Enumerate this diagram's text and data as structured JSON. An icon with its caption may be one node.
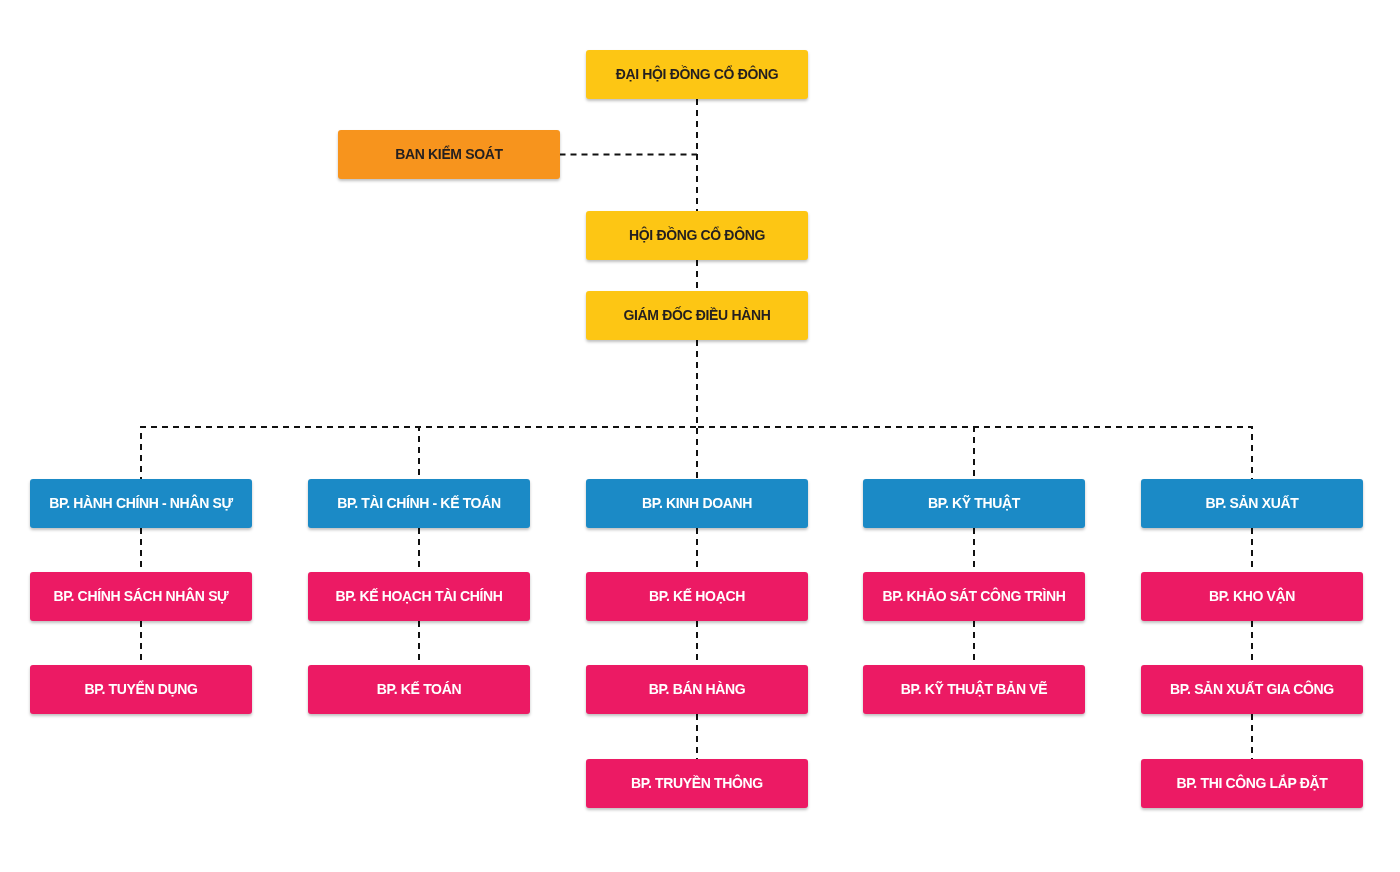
{
  "diagram": {
    "nodes": [
      {
        "text": [
          "ĐẠI HỘI ĐỒNG CỔ ĐÔNG"
        ]
      },
      {
        "text": [
          "BAN KIỂM SOÁT"
        ]
      },
      {
        "text": [
          "HỘI ĐỒNG CỔ ĐÔNG"
        ]
      },
      {
        "text": [
          "GIÁM ĐỐC ĐIỀU HÀNH"
        ]
      },
      {
        "text": [
          "BP. HÀNH CHÍNH - NHÂN SỰ"
        ]
      },
      {
        "text": [
          "BP. TÀI CHÍNH - KẾ TOÁN"
        ]
      },
      {
        "text": [
          "BP. KINH DOANH"
        ]
      },
      {
        "text": [
          "BP. KỸ THUẬT"
        ]
      },
      {
        "text": [
          "BP. SẢN XUẤT"
        ]
      },
      {
        "text": [
          "BP. CHÍNH SÁCH NHÂN SỰ"
        ]
      },
      {
        "text": [
          "BP. KẾ HOẠCH TÀI CHÍNH"
        ]
      },
      {
        "text": [
          "BP. KẾ HOẠCH"
        ]
      },
      {
        "text": [
          "BP. KHẢO SÁT CÔNG TRÌNH"
        ]
      },
      {
        "text": [
          "BP. KHO VẬN"
        ]
      },
      {
        "text": [
          "BP. TUYỂN DỤNG"
        ]
      },
      {
        "text": [
          "BP. KẾ TOÁN"
        ]
      },
      {
        "text": [
          "BP. BÁN HÀNG"
        ]
      },
      {
        "text": [
          "BP. KỸ THUẬT BẢN VẼ"
        ]
      },
      {
        "text": [
          "BP. SẢN XUẤT GIA CÔNG"
        ]
      },
      {
        "text": [
          "BP. TRUYỀN THÔNG"
        ]
      },
      {
        "text": [
          "BP. THI CÔNG LẮP ĐẶT"
        ]
      }
    ],
    "edges": [
      {
        "from": 0,
        "to": 2,
        "arrow": "none",
        "style": "dashed"
      },
      {
        "from": 0,
        "to": 1,
        "arrow": "none",
        "style": "dashed"
      },
      {
        "from": 2,
        "to": 3,
        "arrow": "none",
        "style": "dashed"
      },
      {
        "from": 3,
        "to": 4,
        "arrow": "none",
        "style": "dashed"
      },
      {
        "from": 3,
        "to": 5,
        "arrow": "none",
        "style": "dashed"
      },
      {
        "from": 3,
        "to": 6,
        "arrow": "none",
        "style": "dashed"
      },
      {
        "from": 3,
        "to": 7,
        "arrow": "none",
        "style": "dashed"
      },
      {
        "from": 3,
        "to": 8,
        "arrow": "none",
        "style": "dashed"
      },
      {
        "from": 4,
        "to": 9,
        "arrow": "none",
        "style": "dashed"
      },
      {
        "from": 9,
        "to": 14,
        "arrow": "none",
        "style": "dashed"
      },
      {
        "from": 5,
        "to": 10,
        "arrow": "none",
        "style": "dashed"
      },
      {
        "from": 10,
        "to": 15,
        "arrow": "none",
        "style": "dashed"
      },
      {
        "from": 6,
        "to": 11,
        "arrow": "none",
        "style": "dashed"
      },
      {
        "from": 11,
        "to": 16,
        "arrow": "none",
        "style": "dashed"
      },
      {
        "from": 16,
        "to": 19,
        "arrow": "none",
        "style": "dashed"
      },
      {
        "from": 7,
        "to": 12,
        "arrow": "none",
        "style": "dashed"
      },
      {
        "from": 12,
        "to": 17,
        "arrow": "none",
        "style": "dashed"
      },
      {
        "from": 8,
        "to": 13,
        "arrow": "none",
        "style": "dashed"
      },
      {
        "from": 13,
        "to": 18,
        "arrow": "none",
        "style": "dashed"
      },
      {
        "from": 18,
        "to": 20,
        "arrow": "none",
        "style": "dashed"
      }
    ]
  }
}
